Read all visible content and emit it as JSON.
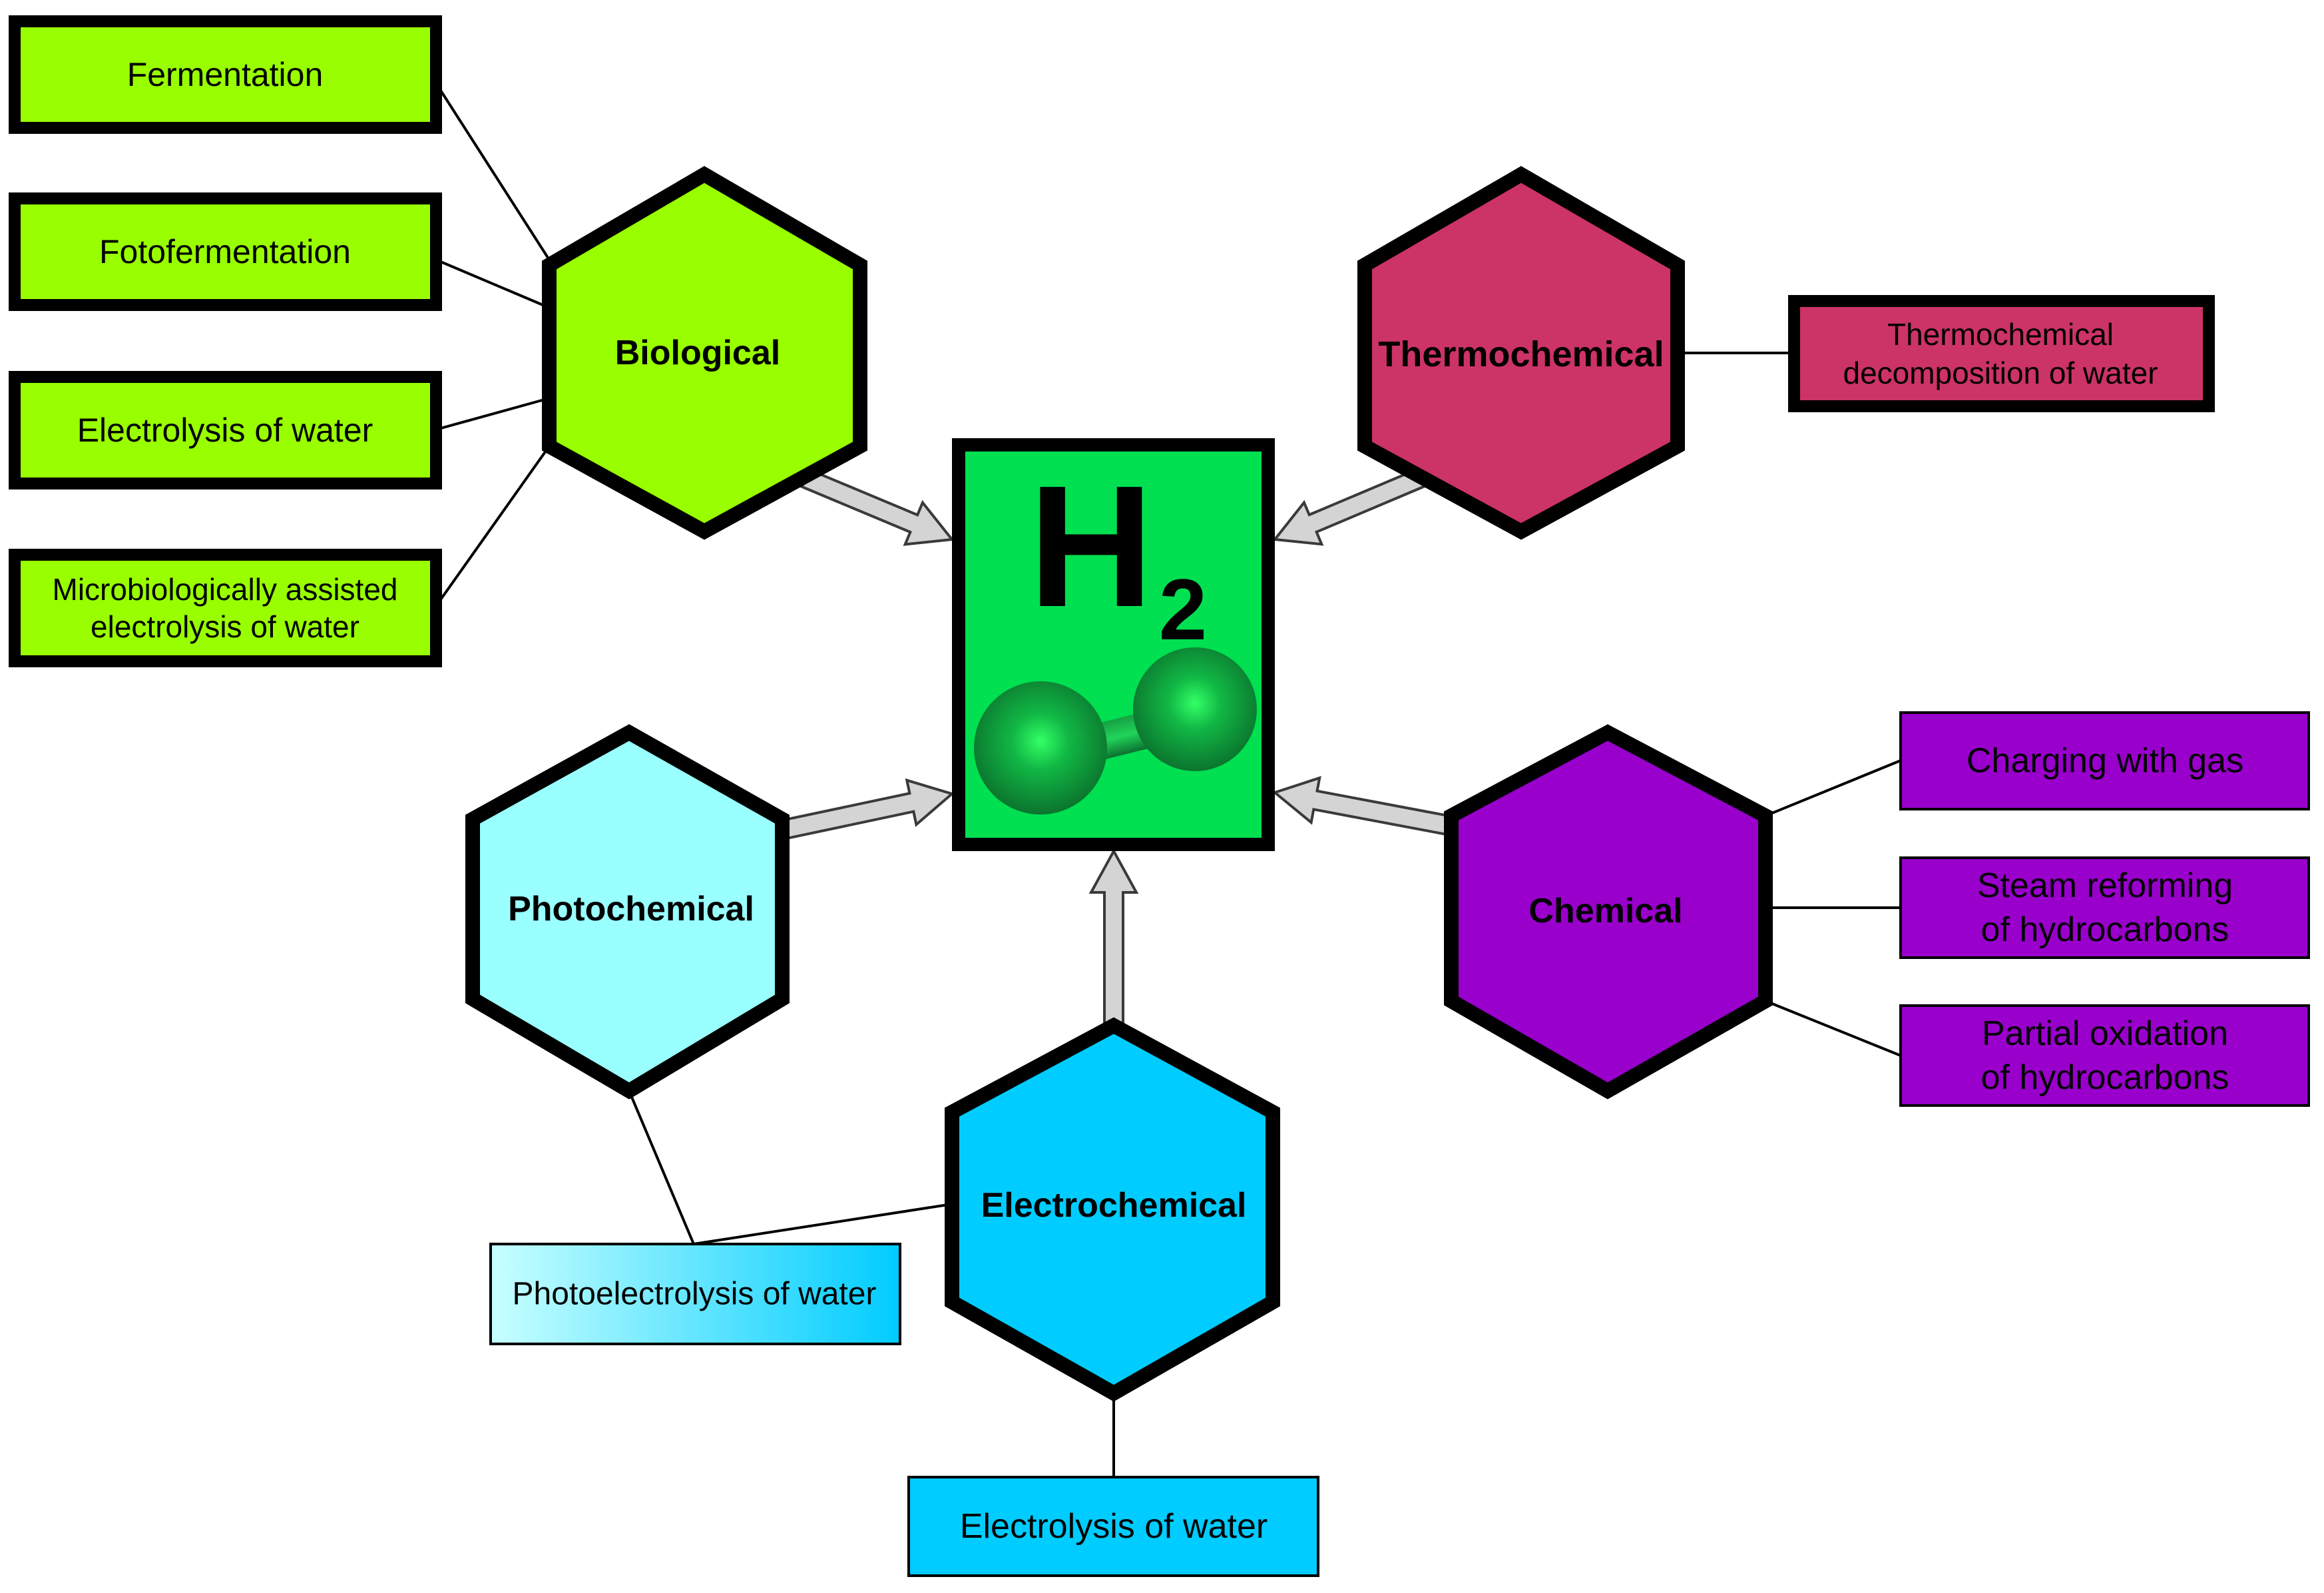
{
  "center": {
    "label_main": "H",
    "label_sub": "2",
    "fill": "#00E050"
  },
  "hexagons": {
    "biological": {
      "label": "Biological",
      "fill": "#99FF00"
    },
    "thermochemical": {
      "label": "Thermochemical",
      "fill": "#CC3366"
    },
    "photochemical": {
      "label": "Photochemical",
      "fill": "#99FFFF"
    },
    "chemical": {
      "label": "Chemical",
      "fill": "#9900CC"
    },
    "electrochemical": {
      "label": "Electrochemical",
      "fill": "#00CCFF"
    }
  },
  "boxes": {
    "fermentation": {
      "lines": [
        "Fermentation"
      ]
    },
    "fotofermentation": {
      "lines": [
        "Fotofermentation"
      ]
    },
    "bio_electrolysis": {
      "lines": [
        "Electrolysis of water"
      ]
    },
    "microbio": {
      "lines": [
        "Microbiologically assisted",
        "electrolysis of water"
      ]
    },
    "thermo_decomp": {
      "lines": [
        "Thermochemical",
        "decomposition of water"
      ]
    },
    "charging": {
      "lines": [
        "Charging with gas"
      ]
    },
    "steam": {
      "lines": [
        "Steam reforming",
        "of hydrocarbons"
      ]
    },
    "partial": {
      "lines": [
        "Partial oxidation",
        "of hydrocarbons"
      ]
    },
    "photoelectrolysis": {
      "lines": [
        "Photoelectrolysis of water"
      ]
    },
    "electro_electrolysis": {
      "lines": [
        "Electrolysis of water"
      ]
    }
  },
  "colors": {
    "arrow_fill": "#D4D4D4",
    "outline": "#000000",
    "photo_gradient_start": "#C8FFFF",
    "photo_gradient_end": "#00CCFF"
  }
}
